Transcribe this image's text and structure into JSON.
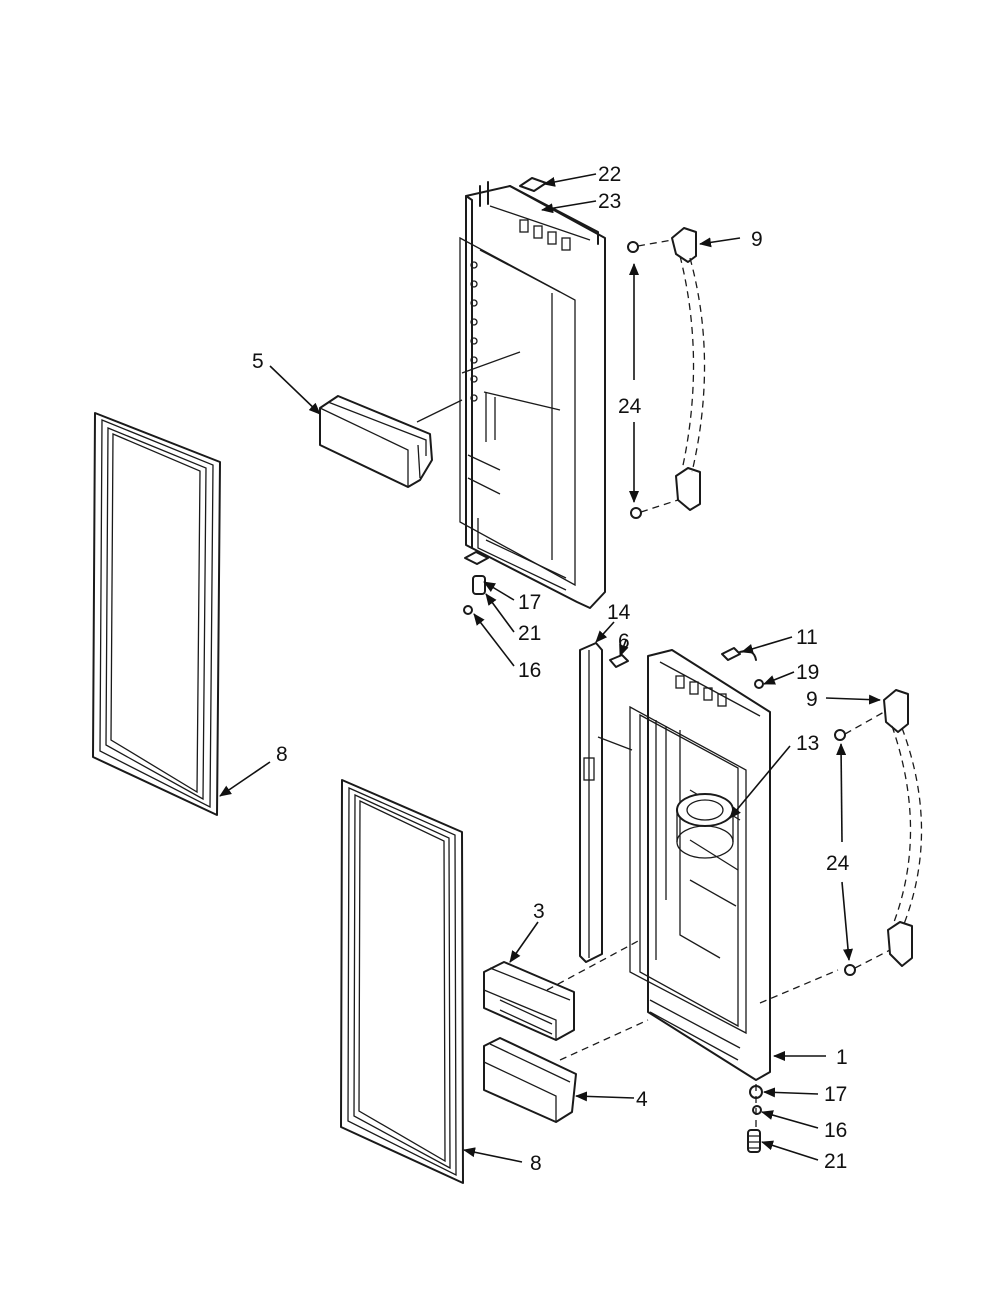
{
  "callouts": [
    {
      "id": "c22a",
      "label": "22"
    },
    {
      "id": "c23a",
      "label": "23"
    },
    {
      "id": "c9a",
      "label": "9"
    },
    {
      "id": "c5",
      "label": "5"
    },
    {
      "id": "c24a",
      "label": "24"
    },
    {
      "id": "c17a",
      "label": "17"
    },
    {
      "id": "c21a",
      "label": "21"
    },
    {
      "id": "c16a",
      "label": "16"
    },
    {
      "id": "c14",
      "label": "14"
    },
    {
      "id": "c6",
      "label": "6"
    },
    {
      "id": "c11",
      "label": "11"
    },
    {
      "id": "c19",
      "label": "19"
    },
    {
      "id": "c9b",
      "label": "9"
    },
    {
      "id": "c8a",
      "label": "8"
    },
    {
      "id": "c13",
      "label": "13"
    },
    {
      "id": "c24b",
      "label": "24"
    },
    {
      "id": "c3",
      "label": "3"
    },
    {
      "id": "c1",
      "label": "1"
    },
    {
      "id": "c4",
      "label": "4"
    },
    {
      "id": "c17b",
      "label": "17"
    },
    {
      "id": "c16b",
      "label": "16"
    },
    {
      "id": "c21b",
      "label": "21"
    },
    {
      "id": "c8b",
      "label": "8"
    }
  ]
}
